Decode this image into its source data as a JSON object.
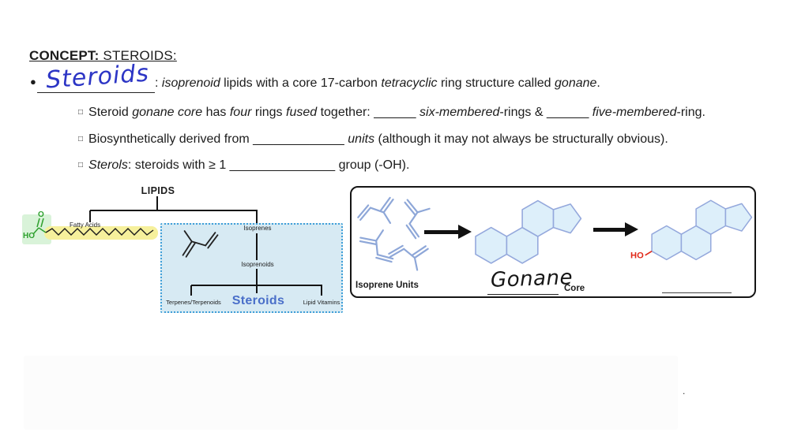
{
  "title": {
    "concept": "CONCEPT:",
    "rest": " STEROIDS:"
  },
  "definition": {
    "bullet": "●",
    "handwritten": "Steroids",
    "colon": ": ",
    "seg_isoprenoid": "isoprenoid",
    "seg_mid1": " lipids with a core 17-carbon ",
    "seg_tetracyclic": "tetracyclic",
    "seg_mid2": " ring structure called ",
    "seg_gonane": "gonane",
    "seg_end": "."
  },
  "sub1": {
    "checkbox": "□",
    "s1": "Steroid ",
    "s2": "gonane core",
    "s3": " has ",
    "s4": "four",
    "s5": " rings ",
    "s6": "fused",
    "s7": " together: ______ ",
    "s8": "six-membered",
    "s9": "-rings & ______ ",
    "s10": "five-membered",
    "s11": "-ring."
  },
  "sub2": {
    "checkbox": "□",
    "s1": "Biosynthetically derived from _____________ ",
    "s2": "units",
    "s3": " (although it may not always be structurally obvious)."
  },
  "sub3": {
    "checkbox": "□",
    "s1": "Sterols",
    "s2": ": steroids with ≥ 1 _______________ group (-OH)."
  },
  "tree": {
    "root": "LIPIDS",
    "fatty_acids_label": "Fatty Acids",
    "ho_label": "HO",
    "o_label": "O",
    "isoprenes_label": "Isoprenes",
    "isoprenoids_label": "Isoprenoids",
    "terpenes_label": "Terpenes/Terpenoids",
    "steroids_label": "Steroids",
    "vitamins_label": "Lipid Vitamins"
  },
  "flow": {
    "isoprene_units_label": "Isoprene Units",
    "gonane_handwritten": "Gonane",
    "core_label": "Core",
    "ho_label": "HO",
    "stray_mark": "."
  },
  "colors": {
    "ink_blue": "#2c35c5",
    "tree_steroids_blue": "#4a6fc9",
    "box_bg": "#d7eaf3",
    "box_border": "#3f9fd8",
    "ring_fill": "#ddeffa",
    "ring_stroke": "#94a8dc",
    "isoprene_blue": "#8ea7d8",
    "green": "#2ea02e",
    "green_highlight": "#d9f3d9",
    "yellow_highlight": "#f6f09c",
    "red": "#e02818"
  }
}
